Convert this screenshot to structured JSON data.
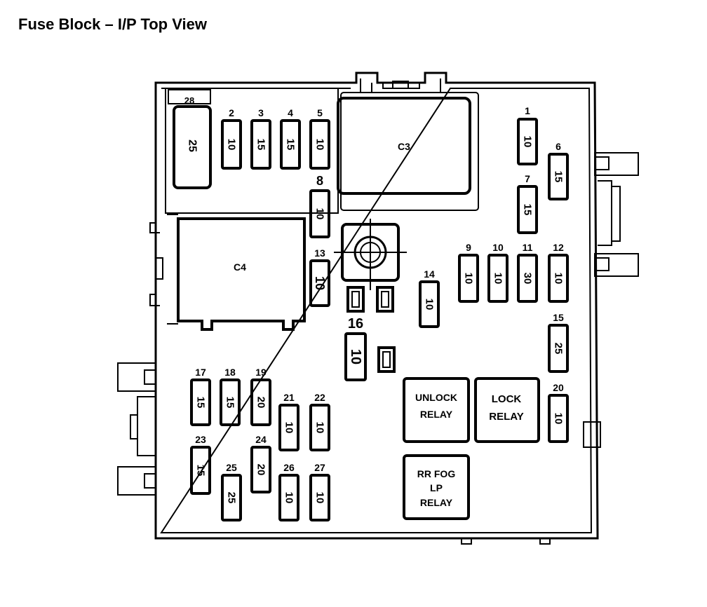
{
  "title": "Fuse Block – I/P Top View",
  "fuses": [
    {
      "id": "28",
      "rating": "25"
    },
    {
      "id": "2",
      "rating": "10"
    },
    {
      "id": "3",
      "rating": "15"
    },
    {
      "id": "4",
      "rating": "15"
    },
    {
      "id": "5",
      "rating": "10"
    },
    {
      "id": "8",
      "rating": "10"
    },
    {
      "id": "13",
      "rating": "10"
    },
    {
      "id": "1",
      "rating": "10"
    },
    {
      "id": "6",
      "rating": "15"
    },
    {
      "id": "7",
      "rating": "15"
    },
    {
      "id": "9",
      "rating": "10"
    },
    {
      "id": "10",
      "rating": "10"
    },
    {
      "id": "11",
      "rating": "30"
    },
    {
      "id": "12",
      "rating": "10"
    },
    {
      "id": "14",
      "rating": "10"
    },
    {
      "id": "15",
      "rating": "25"
    },
    {
      "id": "16",
      "rating": "10"
    },
    {
      "id": "20",
      "rating": "10"
    },
    {
      "id": "17",
      "rating": "15"
    },
    {
      "id": "18",
      "rating": "15"
    },
    {
      "id": "19",
      "rating": "20"
    },
    {
      "id": "21",
      "rating": "10"
    },
    {
      "id": "22",
      "rating": "10"
    },
    {
      "id": "23",
      "rating": "15"
    },
    {
      "id": "24",
      "rating": "20"
    },
    {
      "id": "25",
      "rating": "25"
    },
    {
      "id": "26",
      "rating": "10"
    },
    {
      "id": "27",
      "rating": "10"
    }
  ],
  "connectors": {
    "c3": "C3",
    "c4": "C4"
  },
  "relays": {
    "unlock": [
      "UNLOCK",
      "RELAY"
    ],
    "lock": [
      "LOCK",
      "RELAY"
    ],
    "rrfog": [
      "RR FOG",
      "LP",
      "RELAY"
    ]
  }
}
